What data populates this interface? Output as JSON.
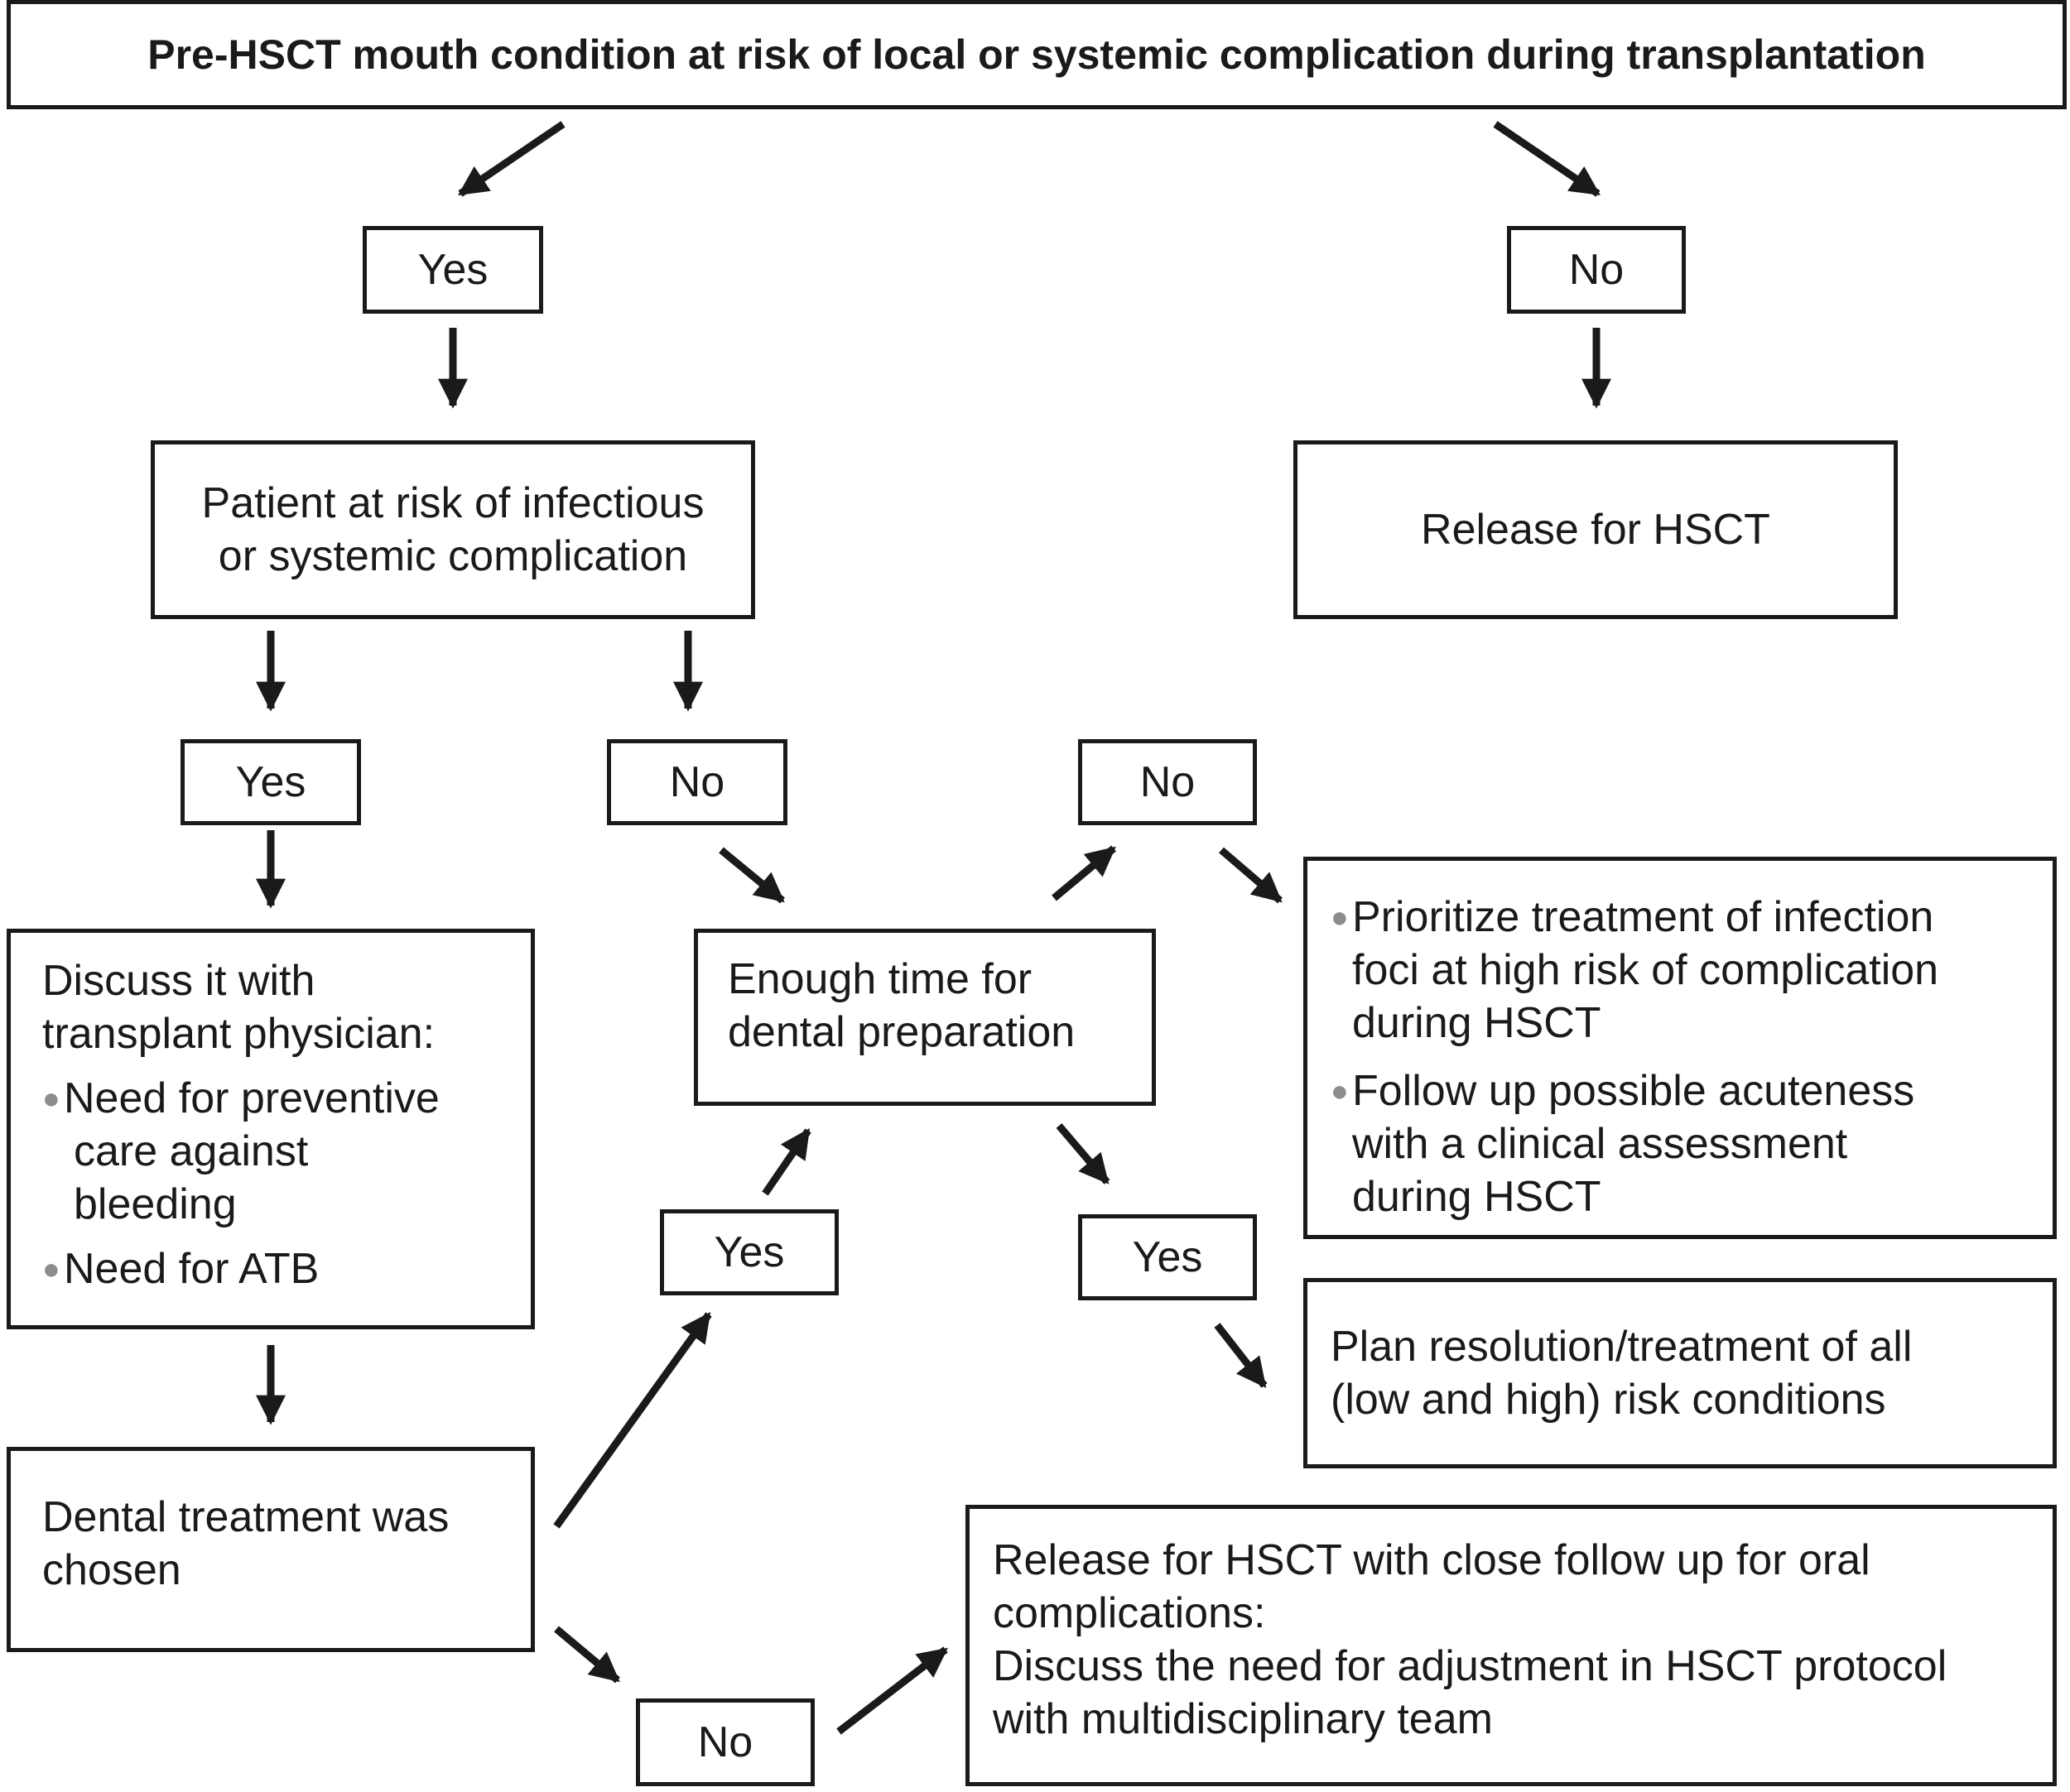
{
  "title": "Pre-HSCT mouth condition at risk of local or systemic complication during transplantation",
  "labels": {
    "yes_top": "Yes",
    "no_top": "No",
    "yes_risk": "Yes",
    "no_risk": "No",
    "no_time": "No",
    "yes_dental": "Yes",
    "yes_time": "Yes",
    "no_dental": "No"
  },
  "nodes": {
    "patient_risk": [
      "Patient at risk of infectious",
      "or systemic complication"
    ],
    "release_hsct": "Release for HSCT",
    "discuss": {
      "heading": [
        "Discuss it with",
        "transplant physician:"
      ],
      "bullets": [
        [
          "Need for preventive",
          "care against",
          "bleeding"
        ],
        [
          "Need for ATB"
        ]
      ]
    },
    "enough_time": [
      "Enough time for",
      "dental preparation"
    ],
    "prioritize": {
      "bullets": [
        [
          "Prioritize treatment of infection",
          "foci at high risk of complication",
          "during HSCT"
        ],
        [
          "Follow up possible acuteness",
          "with a clinical assessment",
          "during HSCT"
        ]
      ]
    },
    "dental_chosen": [
      "Dental treatment was",
      "chosen"
    ],
    "plan_resolution": [
      "Plan resolution/treatment of all",
      "(low and high) risk conditions"
    ],
    "release_followup": [
      "Release for HSCT with close follow up for oral",
      "complications:",
      "Discuss the need for adjustment in HSCT protocol",
      "with multidisciplinary team"
    ]
  }
}
